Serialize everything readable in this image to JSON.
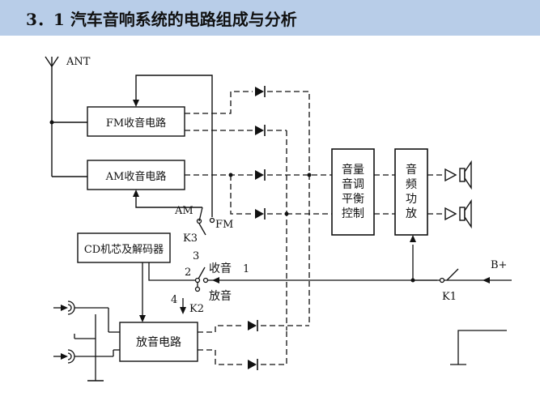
{
  "slide": {
    "title_number": "3．1",
    "title_text": "汽车音响系统的电路组成与分析"
  },
  "diagram": {
    "antenna_label": "ANT",
    "fm_block": "FM收音电路",
    "am_block": "AM收音电路",
    "cd_block": "CD机芯及解码器",
    "playback_block": "放音电路",
    "volume_block": [
      "音量",
      "音调",
      "平衡",
      "控制"
    ],
    "amp_block": [
      "音",
      "频",
      "功",
      "放"
    ],
    "switch_am_label": "AM",
    "switch_fm_label": "FM",
    "switch_k3_label": "K3",
    "label_3": "3",
    "label_2": "2",
    "label_radio": "收音",
    "label_1": "1",
    "label_playback": "放音",
    "label_4": "4",
    "switch_k2_label": "K2",
    "switch_k1_label": "K1",
    "supply_label": "B+",
    "colors": {
      "header_bg": "#b8cde8",
      "line": "#111111"
    }
  }
}
